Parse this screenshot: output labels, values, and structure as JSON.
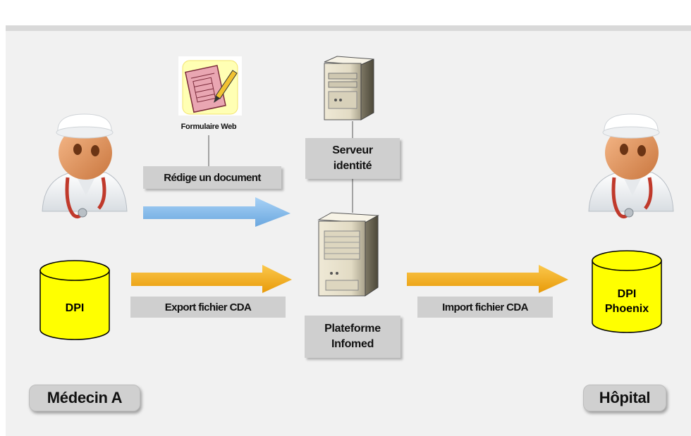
{
  "form": {
    "caption": "Formulaire Web"
  },
  "labels": {
    "redige": "Rédige un document",
    "export": "Export fichier CDA",
    "import": "Import fichier CDA",
    "serveur_line1": "Serveur",
    "serveur_line2": "identité",
    "plateforme_line1": "Plateforme",
    "plateforme_line2": "Infomed"
  },
  "databases": {
    "left": {
      "line1": "DPI"
    },
    "right": {
      "line1": "DPI",
      "line2": "Phoenix"
    }
  },
  "actors": {
    "left": "Médecin A",
    "right": "Hôpital"
  },
  "colors": {
    "arrow_blue": "#8ec1ee",
    "arrow_orange": "#f5b21c",
    "db_yellow": "#ffff00",
    "label_gray": "#cfcfcf"
  },
  "icons": [
    "doctor-icon",
    "web-form-icon",
    "server-tower-icon",
    "database-cylinder-icon",
    "arrow-right-icon"
  ]
}
